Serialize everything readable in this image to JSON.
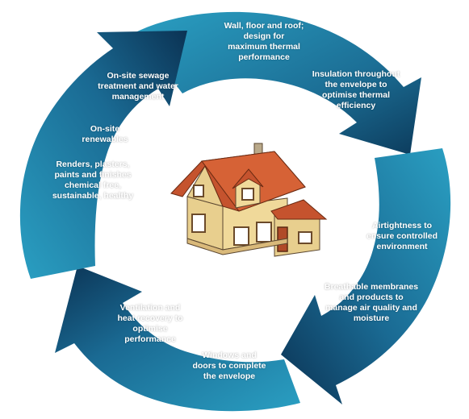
{
  "diagram": {
    "colors": {
      "light": "#2a9fc2",
      "mid": "#1c6f96",
      "dark": "#0c3b5c",
      "text": "#ffffff"
    },
    "center_icon": "house-icon",
    "labels": [
      {
        "key": "wall-floor-roof",
        "text": "Wall, floor and roof; design for maximum thermal performance"
      },
      {
        "key": "insulation",
        "text": "Insulation throughout the envelope to optimise thermal efficiency"
      },
      {
        "key": "airtightness",
        "text": "Airtightness to ensure controlled environment"
      },
      {
        "key": "breathable-membranes",
        "text": "Breathable membranes and products to manage air quality and moisture"
      },
      {
        "key": "windows-doors",
        "text": "Windows and doors to complete the envelope"
      },
      {
        "key": "ventilation",
        "text": "Ventilation and heat recovery to optimise performance"
      },
      {
        "key": "renders-plasters",
        "text": "Renders, plasters, paints and finishes chemical free, sustainable, healthy"
      },
      {
        "key": "onsite-renewables",
        "text": "On-site renewables"
      },
      {
        "key": "sewage-water",
        "text": "On-site sewage treatment and water management"
      }
    ]
  }
}
